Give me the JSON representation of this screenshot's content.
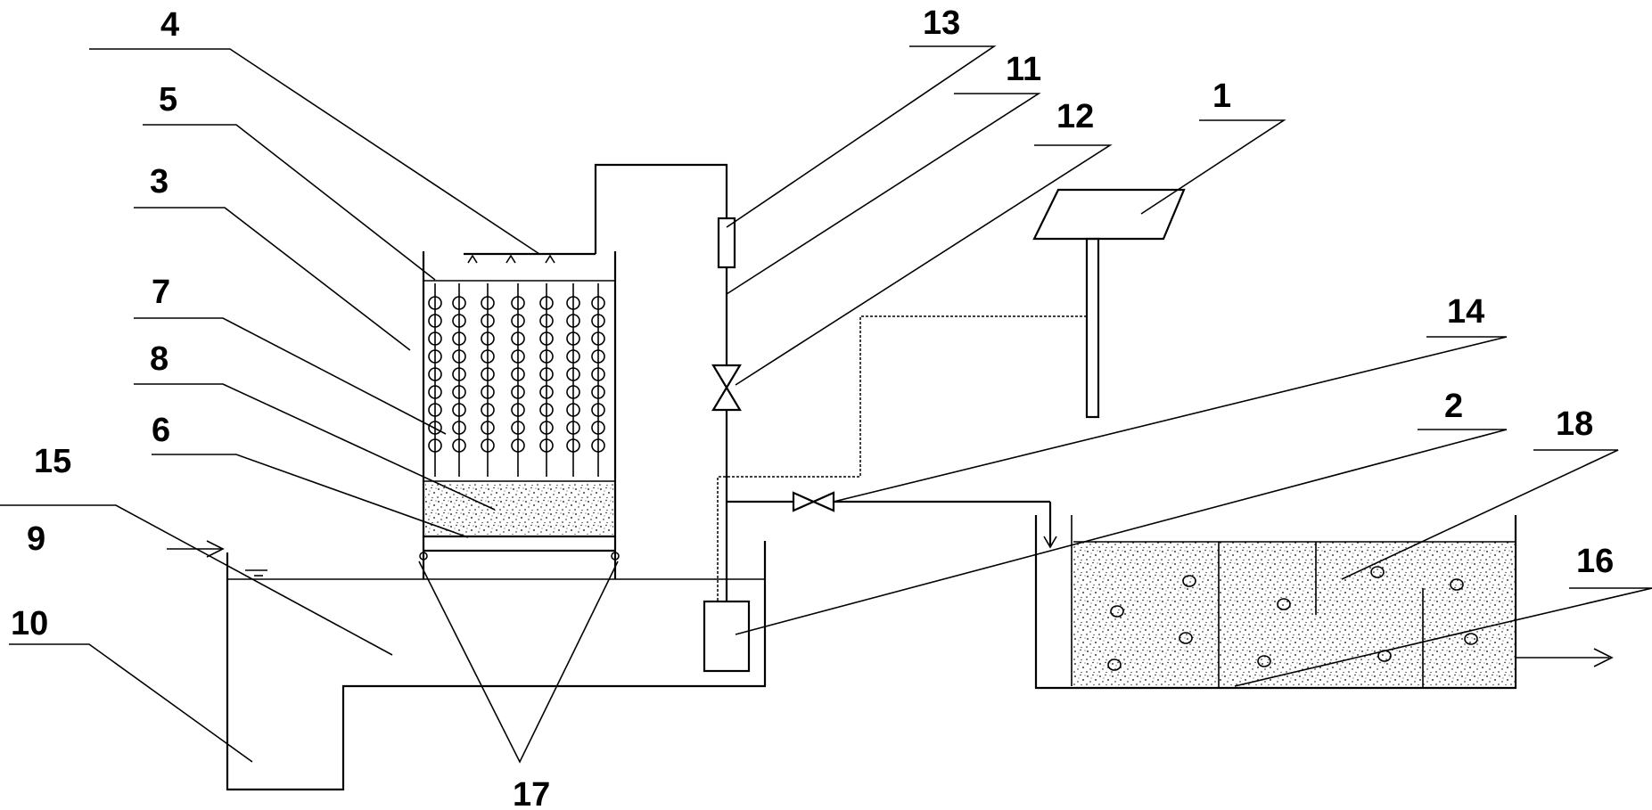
{
  "labels": {
    "l1": "1",
    "l2": "2",
    "l3": "3",
    "l4": "4",
    "l5": "5",
    "l6": "6",
    "l7": "7",
    "l8": "8",
    "l9": "9",
    "l10": "10",
    "l11": "11",
    "l12": "12",
    "l13": "13",
    "l14": "14",
    "l15": "15",
    "l16": "16",
    "l17": "17",
    "l18": "18"
  }
}
